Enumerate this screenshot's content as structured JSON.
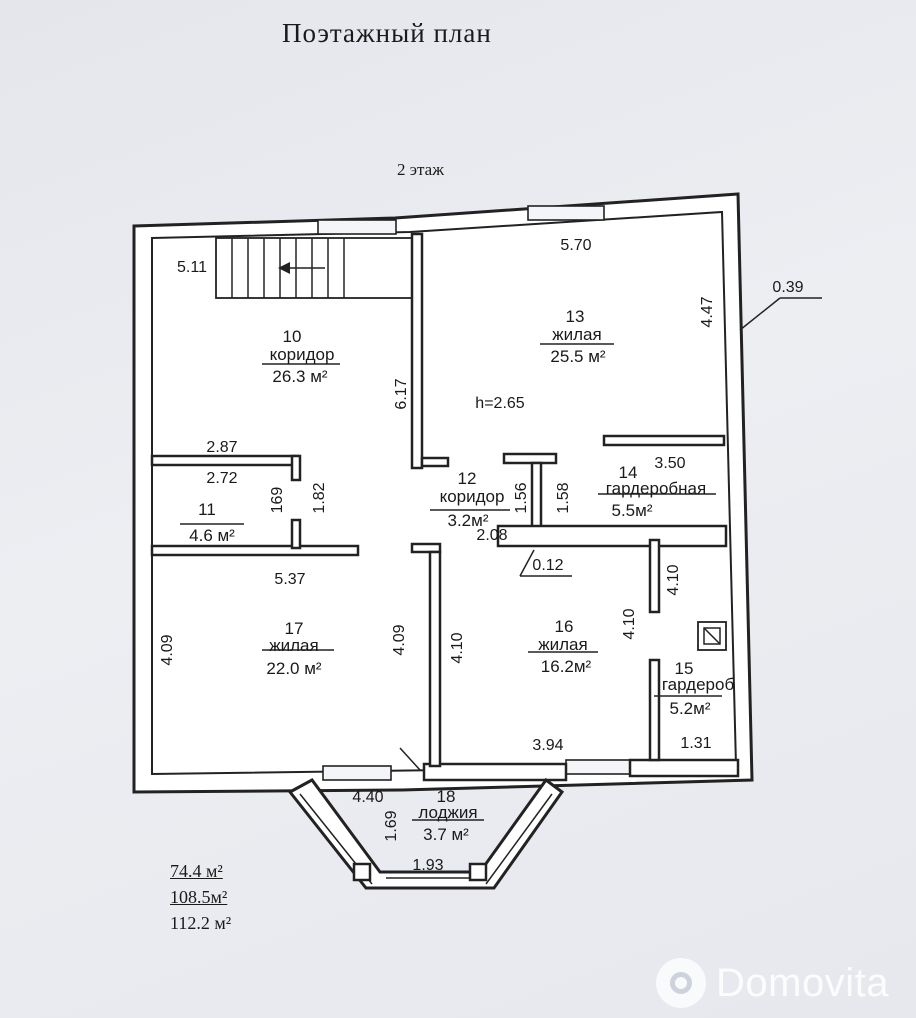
{
  "title": "Поэтажный план",
  "floor": "2 этаж",
  "rooms": [
    {
      "num": "10",
      "name": "коридор",
      "area": "26.3 м²"
    },
    {
      "num": "11",
      "name": "",
      "area": "4.6 м²"
    },
    {
      "num": "12",
      "name": "коридор",
      "area": "3.2м²"
    },
    {
      "num": "13",
      "name": "жилая",
      "area": "25.5 м²"
    },
    {
      "num": "14",
      "name": "гардеробная",
      "area": "5.5м²"
    },
    {
      "num": "15",
      "name": "гардероб",
      "area": "5.2м²"
    },
    {
      "num": "16",
      "name": "жилая",
      "area": "16.2м²"
    },
    {
      "num": "17",
      "name": "жилая",
      "area": "22.0 м²"
    },
    {
      "num": "18",
      "name": "лоджия",
      "area": "3.7 м²"
    }
  ],
  "dims": {
    "d511": "5.11",
    "d570": "5.70",
    "d447": "4.47",
    "d039": "0.39",
    "d617": "6.17",
    "h": "h=2.65",
    "d287": "2.87",
    "d272": "2.72",
    "d169": "169",
    "d182": "1.82",
    "d156": "1.56",
    "d158": "1.58",
    "d350": "3.50",
    "d208": "2.08",
    "d012": "0.12",
    "d537": "5.37",
    "d409a": "4.09",
    "d409b": "4.09",
    "d410a": "4.10",
    "d410b": "4.10",
    "d410c": "4.10",
    "d394": "3.94",
    "d131": "1.31",
    "d440": "4.40",
    "d169b": "1.69",
    "d193": "1.93"
  },
  "totals": [
    "74.4 м²",
    "108.5м²",
    "112.2 м²"
  ],
  "watermark": "Domovita"
}
